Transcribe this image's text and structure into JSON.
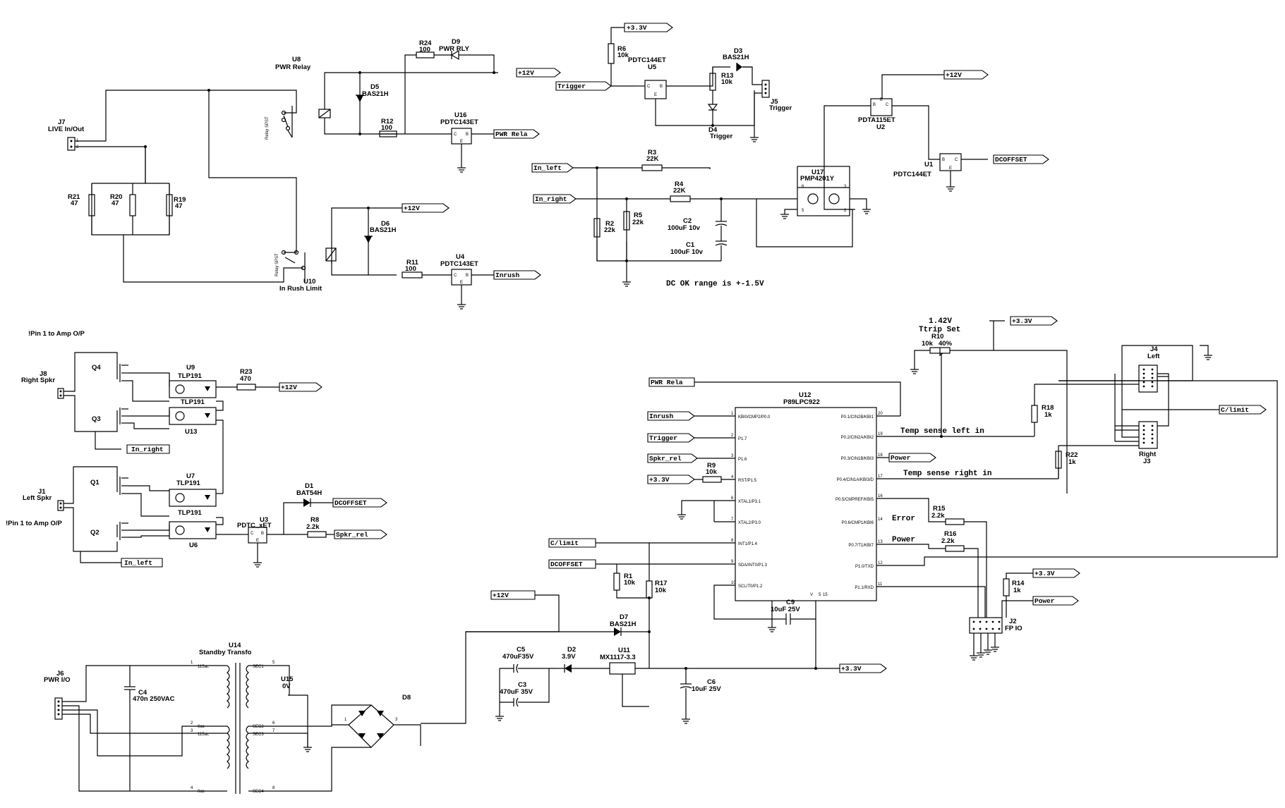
{
  "components": {
    "j7": {
      "ref": "J7",
      "name": "LIVE In/Out"
    },
    "u8": {
      "ref": "U8",
      "name": "PWR Relay"
    },
    "u10": {
      "ref": "U10",
      "name": "In Rush Limit"
    },
    "relay_spst": "Relay SPST",
    "r21": {
      "ref": "R21",
      "value": "47"
    },
    "r20": {
      "ref": "R20",
      "value": "47"
    },
    "r19": {
      "ref": "R19",
      "value": "47"
    },
    "r24": {
      "ref": "R24",
      "value": "100"
    },
    "d9": {
      "ref": "D9",
      "value": "PWR RLY"
    },
    "d5": {
      "ref": "D5",
      "value": "BAS21H"
    },
    "d6": {
      "ref": "D6",
      "value": "BAS21H"
    },
    "r12": {
      "ref": "R12",
      "value": "100"
    },
    "r11": {
      "ref": "R11",
      "value": "100"
    },
    "u16": {
      "ref": "U16",
      "value": "PDTC143ET"
    },
    "u4": {
      "ref": "U4",
      "value": "PDTC143ET"
    },
    "r6": {
      "ref": "R6",
      "value": "10k"
    },
    "u5": {
      "ref": "U5",
      "value": "PDTC144ET"
    },
    "d3": {
      "ref": "D3",
      "value": "BAS21H"
    },
    "r13": {
      "ref": "R13",
      "value": "10k"
    },
    "d4": {
      "ref": "D4",
      "value": "Trigger"
    },
    "j5": {
      "ref": "J5",
      "value": "Trigger"
    },
    "u2": {
      "ref": "U2",
      "value": "PDTA115ET"
    },
    "u1": {
      "ref": "U1",
      "value": "PDTC144ET"
    },
    "r3": {
      "ref": "R3",
      "value": "22K"
    },
    "r4": {
      "ref": "R4",
      "value": "22K"
    },
    "r2": {
      "ref": "R2",
      "value": "22k"
    },
    "r5": {
      "ref": "R5",
      "value": "22k"
    },
    "c2": {
      "ref": "C2",
      "value": "100uF 10v"
    },
    "c1": {
      "ref": "C1",
      "value": "100uF 10v"
    },
    "u17": {
      "ref": "U17",
      "value": "PMP4201Y"
    },
    "dc_note": "DC OK  range is +-1.5V",
    "amp_note_top": "!Pin 1 to Amp O/P",
    "amp_note_bottom": "!Pin 1 to Amp O/P",
    "j8": {
      "ref": "J8",
      "name": "Right Spkr"
    },
    "j1": {
      "ref": "J1",
      "name": "Left Spkr"
    },
    "q4": "Q4",
    "q3": "Q3",
    "q1": "Q1",
    "q2": "Q2",
    "u9": {
      "ref": "U9",
      "value": "TLP191"
    },
    "u13": {
      "ref": "U13",
      "value": "TLP191"
    },
    "u7": {
      "ref": "U7",
      "value": "TLP191"
    },
    "u6": {
      "ref": "U6",
      "value": "TLP191"
    },
    "r23": {
      "ref": "R23",
      "value": "470"
    },
    "d1": {
      "ref": "D1",
      "value": "BAT54H"
    },
    "u3": {
      "ref": "U3",
      "value": "PDTC_xET"
    },
    "r8": {
      "ref": "R8",
      "value": "2.2k"
    },
    "ttrip_volt": "1.42V",
    "ttrip": "Ttrip Set",
    "r10": {
      "ref": "R10",
      "value": "10k"
    },
    "r10_pos": "40%",
    "j4": {
      "ref": "J4",
      "name": "Left"
    },
    "j3": {
      "ref": "J3",
      "name": "Right"
    },
    "r18": {
      "ref": "R18",
      "value": "1k"
    },
    "r22": {
      "ref": "R22",
      "value": "1k"
    },
    "r9": {
      "ref": "R9",
      "value": "10k"
    },
    "r15": {
      "ref": "R15",
      "value": "2.2k"
    },
    "r16": {
      "ref": "R16",
      "value": "2.2k"
    },
    "r14": {
      "ref": "R14",
      "value": "1k"
    },
    "r1": {
      "ref": "R1",
      "value": "10k"
    },
    "r17": {
      "ref": "R17",
      "value": "10k"
    },
    "c9": {
      "ref": "C9",
      "value": "10uF 25V"
    },
    "j2": {
      "ref": "J2",
      "name": "FP IO"
    },
    "u12": {
      "ref": "U12",
      "value": "P89LPC922"
    },
    "temp_left": "Temp sense left in",
    "temp_right": "Temp sense right in",
    "error": "Error",
    "power": "Power",
    "d7": {
      "ref": "D7",
      "value": "BAS21H"
    },
    "d2": {
      "ref": "D2",
      "value": "3.9V"
    },
    "u11": {
      "ref": "U11",
      "value": "MX1117-3.3"
    },
    "c5": {
      "ref": "C5",
      "value": "470uF35V"
    },
    "c3": {
      "ref": "C3",
      "value": "470uF 35V"
    },
    "c6": {
      "ref": "C6",
      "value": "10uF 25V"
    },
    "j6": {
      "ref": "J6",
      "name": "PWR I/O"
    },
    "c4": {
      "ref": "C4",
      "value": "470n 250VAC"
    },
    "u14": {
      "ref": "U14",
      "name": "Standby Transfo"
    },
    "u15": {
      "ref": "U15",
      "value": "0V"
    },
    "d8": {
      "ref": "D8"
    }
  },
  "u12_pins_left": [
    {
      "num": "1",
      "name": "KBI0/CMP2/P0.0"
    },
    {
      "num": "2",
      "name": "P1.7"
    },
    {
      "num": "3",
      "name": "P1.6"
    },
    {
      "num": "4",
      "name": "RST/P1.5"
    },
    {
      "num": "6",
      "name": "XTAL1/P3.1"
    },
    {
      "num": "7",
      "name": "XTAL2/P3.0"
    },
    {
      "num": "8",
      "name": "INT1/P1.4"
    },
    {
      "num": "9",
      "name": "SDA/INT0/P1.3"
    },
    {
      "num": "10",
      "name": "SCL/T0/P1.2"
    }
  ],
  "u12_pins_right": [
    {
      "num": "20",
      "name": "P0.1/CIN2B/KBI1"
    },
    {
      "num": "19",
      "name": "P0.2/CIN2A/KBI2"
    },
    {
      "num": "18",
      "name": "P0.3/CIN1B/KBI3"
    },
    {
      "num": "17",
      "name": "P0.4/CIN1A/KBI3/D"
    },
    {
      "num": "16",
      "name": "P0.5/CMPREF/KBI5"
    },
    {
      "num": "14",
      "name": "P0.6/CMP1/KBI6"
    },
    {
      "num": "13",
      "name": "P0.7/T1/KBI7"
    },
    {
      "num": "12",
      "name": "P1.0/TXD"
    },
    {
      "num": "11",
      "name": "P1.1/RXD"
    }
  ],
  "net_labels": {
    "v12_top": "+12V",
    "v33_top": "+3.3V",
    "trigger": "Trigger",
    "pwr_rela": "PWR Rela",
    "v12_mid": "+12V",
    "inrush": "Inrush",
    "v12_r": "+12V",
    "dcoffset": "DCOFFSET",
    "in_left": "In_left",
    "in_right": "In_right",
    "v12_u9": "+12V",
    "in_right_b": "In_right",
    "dcoffset_d1": "DCOFFSET",
    "spkr_rel": "Spkr_rel",
    "in_left_b": "In_left",
    "v33_r10": "+3.3V",
    "pwr_rela_b": "PWR Rela",
    "inrush_b": "Inrush",
    "trigger_b": "Trigger",
    "spkr_rel_b": "Spkr_rel",
    "v33_b": "+3.3V",
    "climit": "C/limit",
    "climit_b": "C/limit",
    "dcoffset_b": "DCOFFSET",
    "power_b": "Power",
    "v33_r14": "+3.3V",
    "power_j2": "Power",
    "v12_bottom": "+12V",
    "v33_out": "+3.3V"
  },
  "transformer_pins": [
    "115ac",
    "0ac",
    "115ac",
    "0ac",
    "SEC1",
    "SEC2",
    "SEC3",
    "SEC4"
  ]
}
